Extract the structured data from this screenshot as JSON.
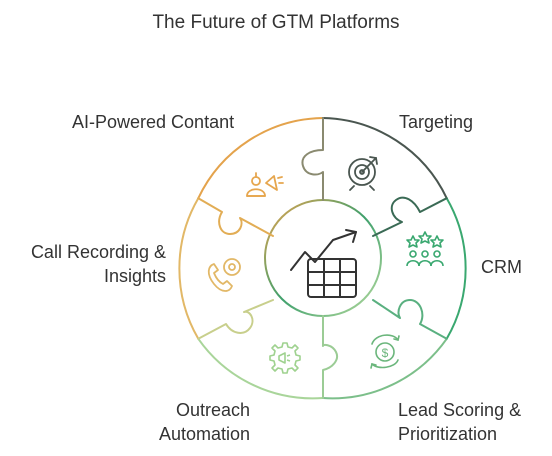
{
  "title": "The Future of GTM Platforms",
  "segments": [
    {
      "id": "ai-content",
      "label": "AI-Powered Contant",
      "color": "#e6a64e",
      "icon": "robot-megaphone-icon"
    },
    {
      "id": "targeting",
      "label": "Targeting",
      "color": "#4a5a4e",
      "icon": "target-icon"
    },
    {
      "id": "crm",
      "label": "CRM",
      "color": "#3aa870",
      "icon": "customer-rating-icon"
    },
    {
      "id": "lead-scoring",
      "label_line1": "Lead Scoring &",
      "label_line2": "Prioritization",
      "color": "#7dbf8a",
      "icon": "money-cycle-icon"
    },
    {
      "id": "outreach",
      "label_line1": "Outreach",
      "label_line2": "Automation",
      "color": "#a9d59a",
      "icon": "gear-megaphone-icon"
    },
    {
      "id": "call-recording",
      "label_line1": "Call Recording &",
      "label_line2": "Insights",
      "color": "#e2b867",
      "icon": "phone-recording-icon"
    }
  ],
  "center": {
    "icon": "growth-chart-table-icon",
    "color": "#333333"
  }
}
